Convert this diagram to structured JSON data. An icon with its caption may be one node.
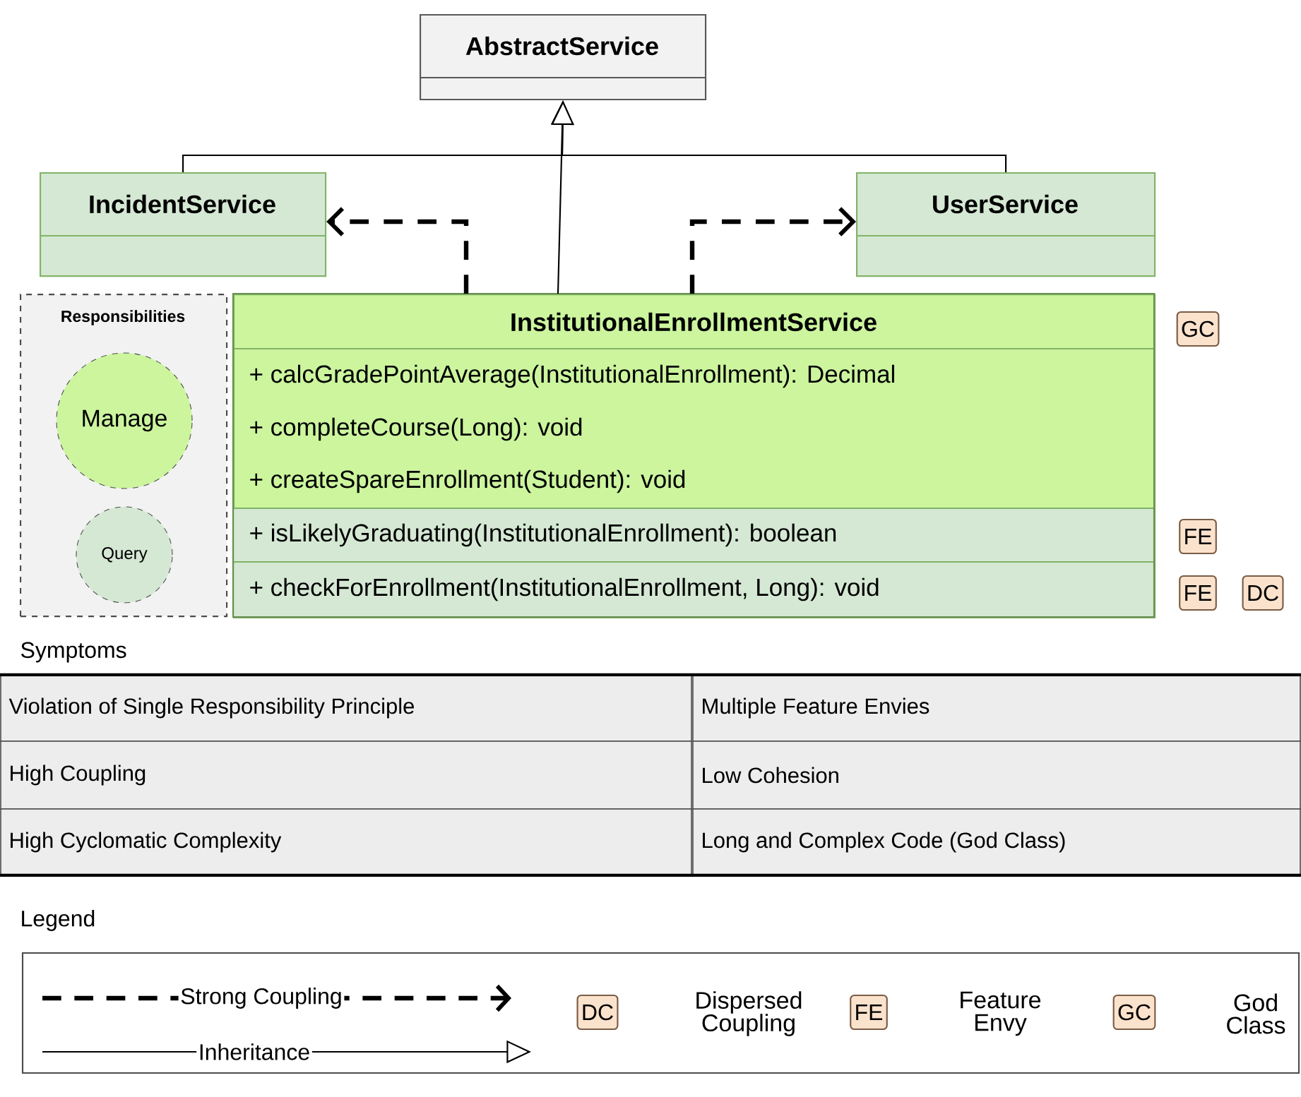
{
  "diagram": {
    "nodes": [
      {
        "text": [
          "AbstractService"
        ]
      },
      {
        "text": [
          "IncidentService"
        ]
      },
      {
        "text": [
          "UserService"
        ]
      },
      {
        "text": [
          "Responsibilities"
        ]
      },
      {
        "text": [
          "Manage"
        ],
        "in": 3
      },
      {
        "text": [
          "Query"
        ],
        "in": 3
      },
      {
        "text": [
          "InstitutionalEnrollmentService",
          "+ calcGradePointAverage(InstitutionalEnrollment): Decimal",
          "+ completeCourse(Long): void",
          "+ createSpareEnrollment(Student): void",
          "+ isLikelyGraduating(InstitutionalEnrollment): boolean",
          "+ checkForEnrollment(InstitutionalEnrollment, Long): void"
        ]
      },
      {
        "text": [
          "GC"
        ]
      },
      {
        "text": [
          "FE"
        ]
      },
      {
        "text": [
          "FE"
        ]
      },
      {
        "text": [
          "DC"
        ]
      },
      {
        "text": [
          "DC"
        ]
      },
      {
        "text": [
          "FE"
        ]
      },
      {
        "text": [
          "GC"
        ]
      }
    ],
    "edges": [
      {
        "from": 6,
        "to": 0,
        "arrow": "to"
      },
      {
        "from": 1,
        "to": 0,
        "arrow": "to"
      },
      {
        "from": 2,
        "to": 0,
        "arrow": "to"
      },
      {
        "from": 6,
        "to": 1,
        "arrow": "to",
        "style": "dashed"
      },
      {
        "from": 6,
        "to": 2,
        "arrow": "to",
        "style": "dashed"
      }
    ],
    "labels": [
      "Symptoms",
      "Violation of Single Responsibility Principle",
      "Multiple Feature Envies",
      "High Coupling",
      "Low Cohesion",
      "High Cyclomatic Complexity",
      "Long and Complex Code (God Class)",
      "Legend"
    ],
    "legend": [
      {
        "text": "Strong Coupling"
      },
      {
        "text": "Inheritance"
      },
      {
        "text": "Dispersed Coupling",
        "color": "#fbe2cc"
      },
      {
        "text": "Feature Envy",
        "color": "#fbe2cc"
      },
      {
        "text": "God Class",
        "color": "#fbe2cc"
      }
    ]
  }
}
